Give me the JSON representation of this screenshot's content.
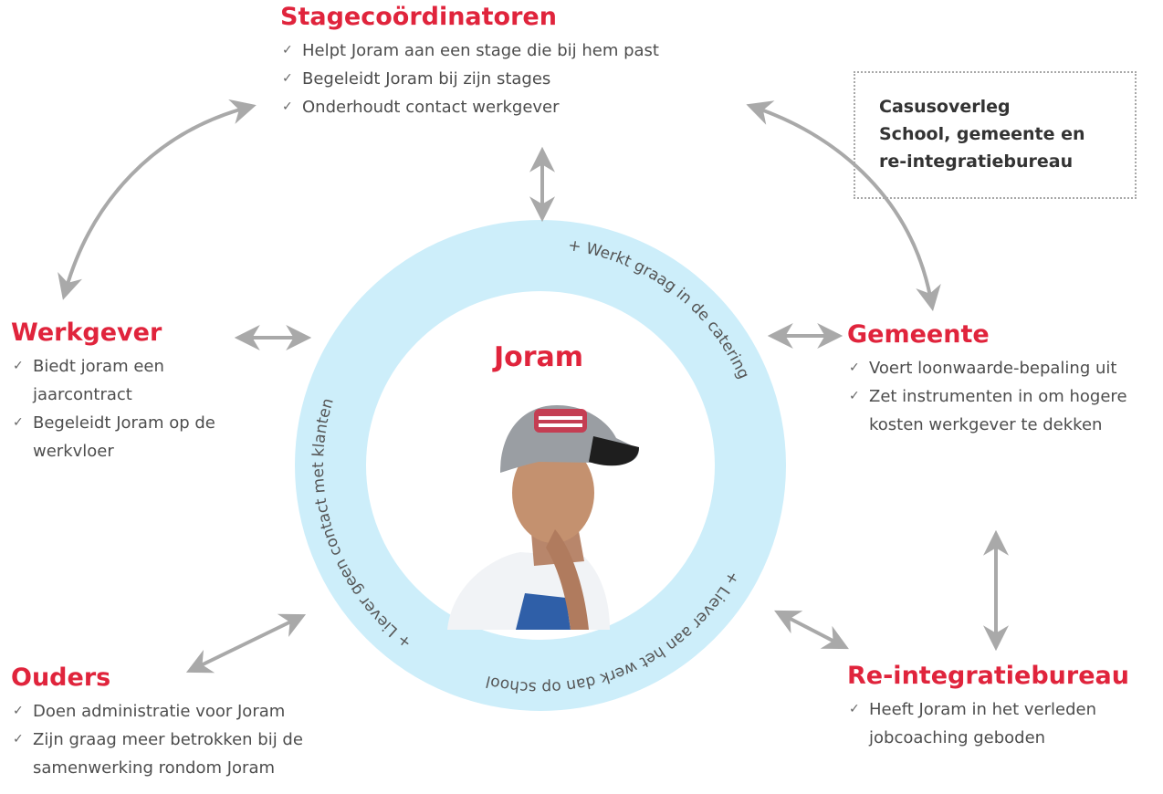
{
  "center": {
    "name": "Joram",
    "ring_texts": [
      "+ Werkt graag in de catering",
      "+ Liever aan het werk dan op school",
      "+ Liever geen contact met  klanten"
    ]
  },
  "stagecoordinatoren": {
    "title": "Stagecoördinatoren",
    "items": [
      "Helpt Joram aan een stage die bij hem past",
      "Begeleidt Joram bij zijn stages",
      "Onderhoudt contact werkgever"
    ]
  },
  "werkgever": {
    "title": "Werkgever",
    "items": [
      "Biedt joram een jaarcontract",
      "Begeleidt Joram op de werkvloer"
    ]
  },
  "gemeente": {
    "title": "Gemeente",
    "items": [
      "Voert loonwaarde-bepaling uit",
      "Zet instrumenten in om hogere kosten werkgever te dekken"
    ]
  },
  "ouders": {
    "title": "Ouders",
    "items": [
      "Doen administratie voor Joram",
      "Zijn graag meer betrokken bij de samenwerking rondom Joram"
    ]
  },
  "reintegratiebureau": {
    "title": "Re-integratiebureau",
    "items": [
      "Heeft Joram in het verleden jobcoaching geboden"
    ]
  },
  "casusoverleg": {
    "lines": [
      "Casusoverleg",
      "School, gemeente en",
      "re-integratiebureau"
    ]
  },
  "check_symbol": "✓",
  "colors": {
    "accent": "#e0243c",
    "ring": "#cdeefa",
    "arrow": "#a9a9a9",
    "text": "#4d4d4d"
  }
}
